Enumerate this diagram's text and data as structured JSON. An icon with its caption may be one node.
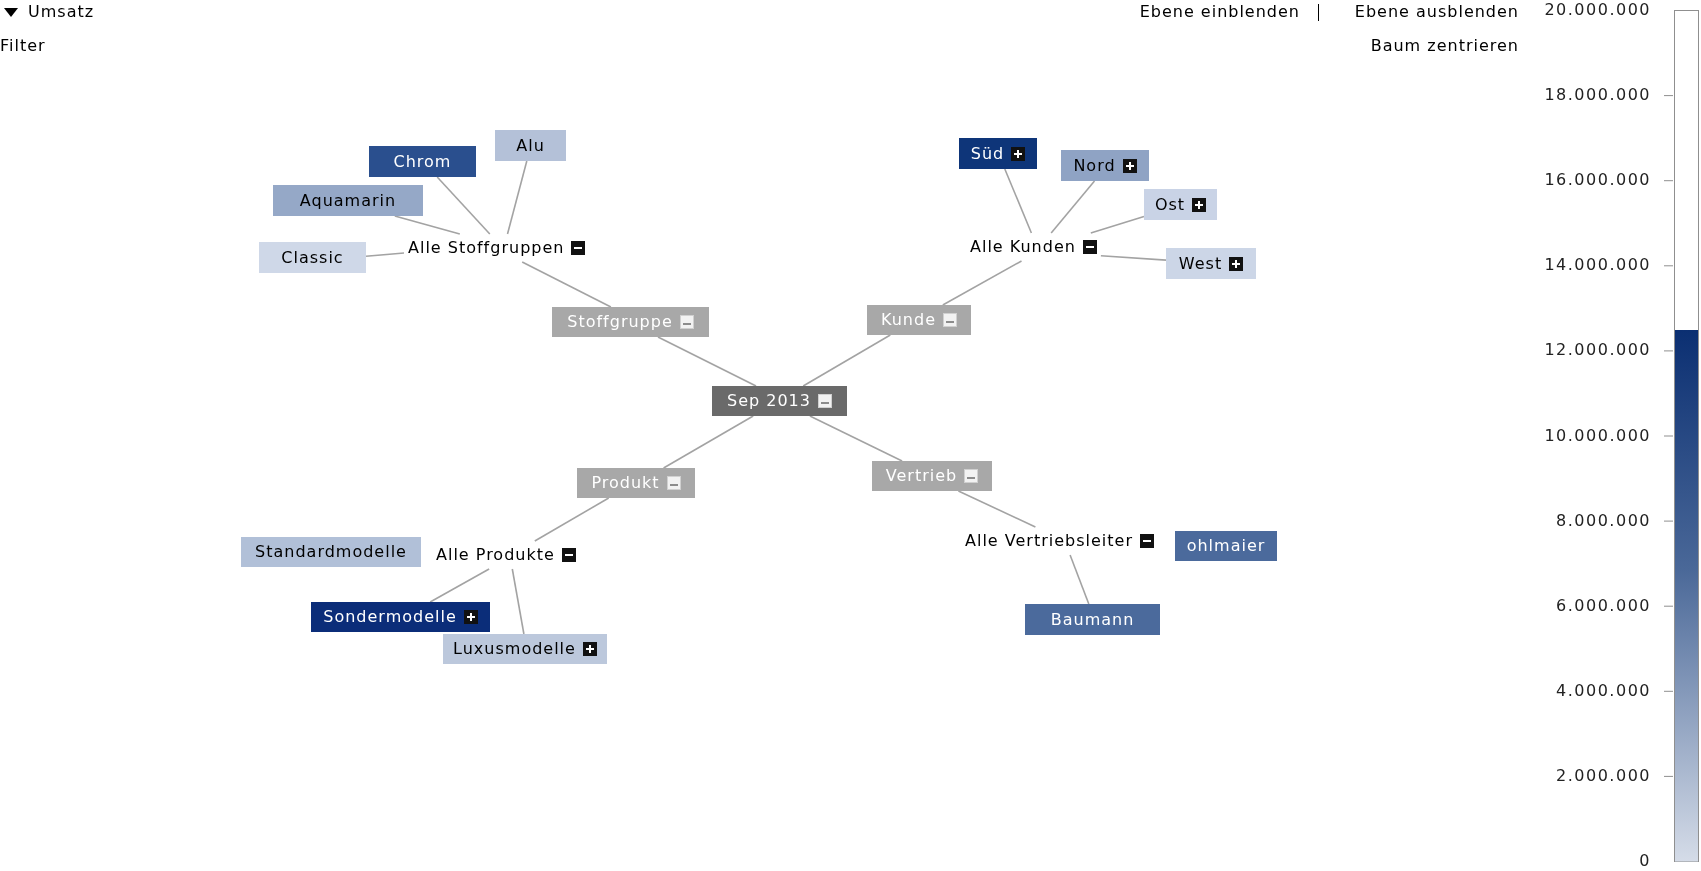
{
  "diagram": {
    "nodes": [
      {
        "text": [
          "Alu"
        ]
      },
      {
        "text": [
          "Chrom"
        ]
      },
      {
        "text": [
          "Süd"
        ]
      },
      {
        "text": [
          "Nord"
        ]
      },
      {
        "text": [
          "Aquamarin"
        ]
      },
      {
        "text": [
          "Ost"
        ]
      },
      {
        "text": [
          "Classic"
        ]
      },
      {
        "text": [
          "Alle Stoffgruppen"
        ]
      },
      {
        "text": [
          "Alle Kunden"
        ]
      },
      {
        "text": [
          "West"
        ]
      },
      {
        "text": [
          "Stoffgruppe"
        ]
      },
      {
        "text": [
          "Kunde"
        ]
      },
      {
        "text": [
          "Sep 2013"
        ]
      },
      {
        "text": [
          "Produkt"
        ]
      },
      {
        "text": [
          "Vertrieb"
        ]
      },
      {
        "text": [
          "Standardmodelle"
        ]
      },
      {
        "text": [
          "Alle Produkte"
        ]
      },
      {
        "text": [
          "ohlmaier"
        ]
      },
      {
        "text": [
          "Alle Vertriebsleiter"
        ]
      },
      {
        "text": [
          "Sondermodelle"
        ]
      },
      {
        "text": [
          "Baumann"
        ]
      },
      {
        "text": [
          "Luxusmodelle"
        ]
      }
    ],
    "edges": [
      {
        "from": 12,
        "to": 10,
        "arrow": "none"
      },
      {
        "from": 12,
        "to": 11,
        "arrow": "none"
      },
      {
        "from": 12,
        "to": 13,
        "arrow": "none"
      },
      {
        "from": 12,
        "to": 14,
        "arrow": "none"
      },
      {
        "from": 10,
        "to": 7,
        "arrow": "none"
      },
      {
        "from": 7,
        "to": 0,
        "arrow": "none"
      },
      {
        "from": 7,
        "to": 1,
        "arrow": "none"
      },
      {
        "from": 7,
        "to": 4,
        "arrow": "none"
      },
      {
        "from": 7,
        "to": 6,
        "arrow": "none"
      },
      {
        "from": 11,
        "to": 8,
        "arrow": "none"
      },
      {
        "from": 8,
        "to": 2,
        "arrow": "none"
      },
      {
        "from": 8,
        "to": 3,
        "arrow": "none"
      },
      {
        "from": 8,
        "to": 5,
        "arrow": "none"
      },
      {
        "from": 8,
        "to": 9,
        "arrow": "none"
      },
      {
        "from": 13,
        "to": 16,
        "arrow": "none"
      },
      {
        "from": 16,
        "to": 19,
        "arrow": "none"
      },
      {
        "from": 16,
        "to": 21,
        "arrow": "none"
      },
      {
        "from": 14,
        "to": 18,
        "arrow": "none"
      },
      {
        "from": 18,
        "to": 20,
        "arrow": "none"
      }
    ],
    "labels": [
      "Umsatz",
      "Ebene einblenden",
      "Ebene ausblenden",
      "Filter",
      "Baum zentrieren",
      "20.000.000",
      "18.000.000",
      "16.000.000",
      "14.000.000",
      "12.000.000",
      "10.000.000",
      "8.000.000",
      "6.000.000",
      "4.000.000",
      "2.000.000",
      "0"
    ]
  }
}
